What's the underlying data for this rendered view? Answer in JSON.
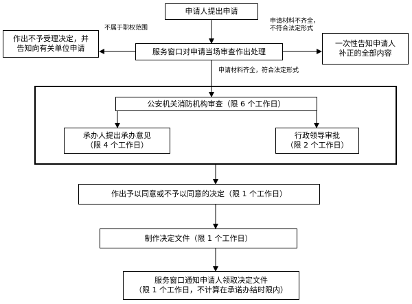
{
  "nodes": {
    "applicant_submit": "申请人提出申请",
    "window_review": "服务窗口对申请当场审查作出处理",
    "not_accept": [
      "作出不予受理决定，并",
      "告知向有关单位申请"
    ],
    "notify_supplement": [
      "一次性告知申请人",
      "补正的全部内容"
    ],
    "fire_review": "公安机关消防机构审查（限 6 个工作日）",
    "handler_opinion": [
      "承办人提出承办意见",
      "（限 4 个工作日）"
    ],
    "leader_approval": [
      "行政领导审批",
      "（限 2 个工作日）"
    ],
    "decision": "作出予以同意或不予以同意的决定（限 1 个工作日）",
    "make_document": "制作决定文件（限 1 个工作日）",
    "notify_pickup": [
      "服务窗口通知申请人领取决定文件",
      "（限 1 个工作日，不计算在承诺办结时限内）"
    ]
  },
  "edge_labels": {
    "not_in_scope": "不属于职权范围",
    "incomplete": [
      "申请材料不齐全，",
      "不符合法定形式"
    ],
    "complete": "申请材料齐全，符合法定形式"
  }
}
